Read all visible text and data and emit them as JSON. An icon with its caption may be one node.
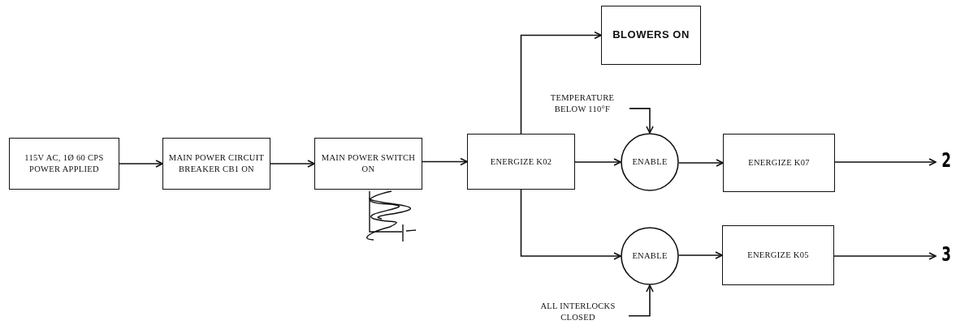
{
  "diagram": {
    "nodes": [
      {
        "text": [
          "115V AC, 1Ø 60 CPS POWER APPLIED"
        ]
      },
      {
        "text": [
          "MAIN POWER CIRCUIT BREAKER CB1 ON"
        ]
      },
      {
        "text": [
          "MAIN POWER SWITCH ON"
        ]
      },
      {
        "text": [
          "ENERGIZE K02"
        ]
      },
      {
        "text": [
          "BLOWERS ON"
        ]
      },
      {
        "text": [
          "TEMPERATURE BELOW 110°F"
        ]
      },
      {
        "text": [
          "ENABLE"
        ]
      },
      {
        "text": [
          "ENERGIZE K07"
        ]
      },
      {
        "text": [
          "2"
        ]
      },
      {
        "text": [
          "ENABLE"
        ]
      },
      {
        "text": [
          "ENERGIZE K05"
        ]
      },
      {
        "text": [
          "3"
        ]
      },
      {
        "text": [
          "ALL INTERLOCKS CLOSED"
        ]
      }
    ],
    "edges": [
      {
        "from": 0,
        "to": 1,
        "arrow": "to"
      },
      {
        "from": 1,
        "to": 2,
        "arrow": "to"
      },
      {
        "from": 2,
        "to": 3,
        "arrow": "to"
      },
      {
        "from": 3,
        "to": 4,
        "arrow": "to"
      },
      {
        "from": 3,
        "to": 6,
        "arrow": "to"
      },
      {
        "from": 5,
        "to": 6,
        "arrow": "to"
      },
      {
        "from": 6,
        "to": 7,
        "arrow": "to"
      },
      {
        "from": 7,
        "to": 8,
        "arrow": "to"
      },
      {
        "from": 3,
        "to": 9,
        "arrow": "to"
      },
      {
        "from": 12,
        "to": 9,
        "arrow": "to"
      },
      {
        "from": 9,
        "to": 10,
        "arrow": "to"
      },
      {
        "from": 10,
        "to": 11,
        "arrow": "to"
      }
    ]
  }
}
